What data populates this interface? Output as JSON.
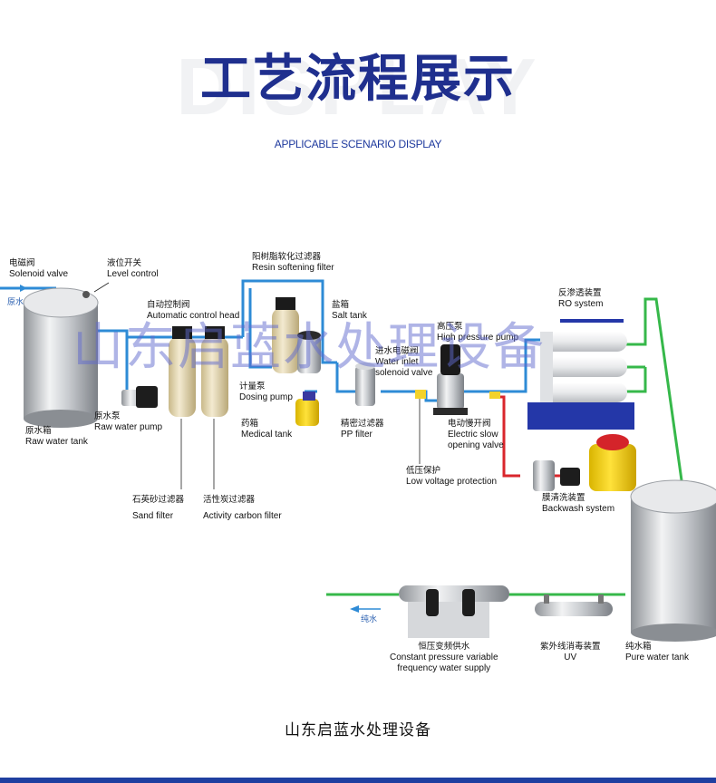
{
  "header": {
    "title": "工艺流程展示",
    "subtitle": "APPLICABLE SCENARIO DISPLAY",
    "ghost_text": "DISPLAY"
  },
  "watermark": "山东启蓝水处理设备",
  "flow_tags": {
    "raw_in": "原水",
    "pure_out": "纯水"
  },
  "labels": {
    "solenoid_valve": {
      "zh": "电磁阀",
      "en": "Solenoid valve"
    },
    "level_control": {
      "zh": "液位开关",
      "en": "Level control"
    },
    "resin_filter": {
      "zh": "阳树脂软化过滤器",
      "en": "Resin softening filter"
    },
    "auto_head": {
      "zh": "自动控制阀",
      "en": "Automatic control head"
    },
    "salt_tank": {
      "zh": "盐箱",
      "en": "Salt tank"
    },
    "dosing_pump": {
      "zh": "计量泵",
      "en": "Dosing pump"
    },
    "medical_tank": {
      "zh": "药箱",
      "en": "Medical tank"
    },
    "raw_pump": {
      "zh": "原水泵",
      "en": "Raw water pump"
    },
    "raw_tank": {
      "zh": "原水箱",
      "en": "Raw water tank"
    },
    "pp_filter": {
      "zh": "精密过滤器",
      "en": "PP filter"
    },
    "inlet_valve": {
      "zh": "进水电磁阀",
      "en1": "Water inlet",
      "en2": "solenoid valve"
    },
    "hp_pump": {
      "zh": "高压泵",
      "en": "High pressure pump"
    },
    "ro_system": {
      "zh": "反渗透装置",
      "en": "RO system"
    },
    "slow_valve": {
      "zh": "电动慢开阀",
      "en1": "Electric slow",
      "en2": "opening valve"
    },
    "low_voltage": {
      "zh": "低压保护",
      "en": "Low voltage protection"
    },
    "backwash": {
      "zh": "膜清洗装置",
      "en": "Backwash system"
    },
    "sand_filter": {
      "zh": "石英砂过滤器",
      "en": "Sand filter"
    },
    "carbon_filter": {
      "zh": "活性炭过滤器",
      "en": "Activity carbon filter"
    },
    "const_pressure": {
      "zh": "恒压变频供水",
      "en1": "Constant pressure variable",
      "en2": "frequency water supply"
    },
    "uv": {
      "zh": "紫外线消毒装置",
      "en": "UV"
    },
    "pure_tank": {
      "zh": "纯水箱",
      "en": "Pure water tank"
    }
  },
  "footer": "山东启蓝水处理设备",
  "colors": {
    "title": "#1f2f8e",
    "pipe_blue": "#2e8bd6",
    "pipe_green": "#36b84a",
    "pipe_red": "#d9262c",
    "ro_base": "#2437a8",
    "bottom_bar": "#1f3fa0"
  }
}
